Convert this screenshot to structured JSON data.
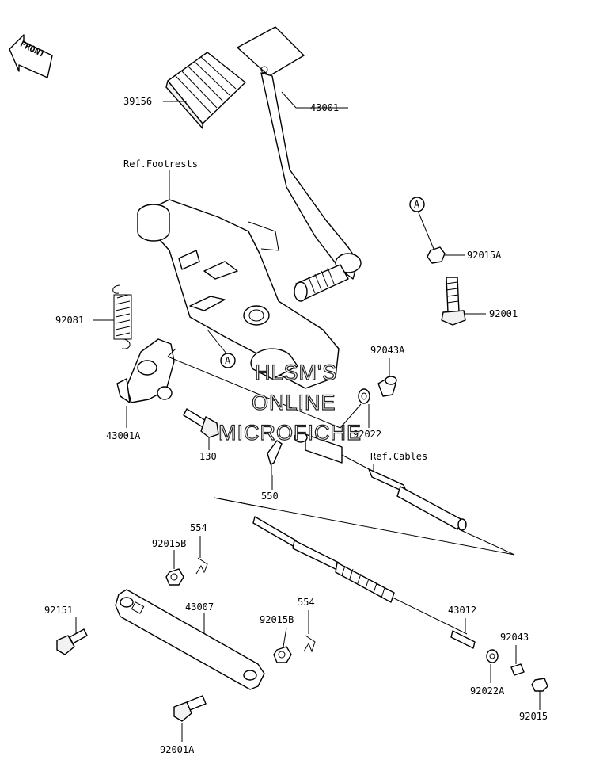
{
  "front_arrow": {
    "label": "FRONT"
  },
  "watermark": {
    "line1": "HLSM'S",
    "line2": "ONLINE",
    "line3": "MICROFICHE"
  },
  "callouts": {
    "p39156": "39156",
    "p43001": "43001",
    "ref_footrests": "Ref.Footrests",
    "ref_a_top": "A",
    "p92015a": "92015A",
    "p92001": "92001",
    "p92081": "92081",
    "ref_a_mid": "A",
    "p92043a": "92043A",
    "p43001a": "43001A",
    "p92022": "92022",
    "p130": "130",
    "ref_cables": "Ref.Cables",
    "p550": "550",
    "p554_left": "554",
    "p92015b_left": "92015B",
    "p92151": "92151",
    "p43007": "43007",
    "p554_right": "554",
    "p92015b_right": "92015B",
    "p43012": "43012",
    "p92043": "92043",
    "p92022a": "92022A",
    "p92015": "92015",
    "p92001a": "92001A"
  }
}
